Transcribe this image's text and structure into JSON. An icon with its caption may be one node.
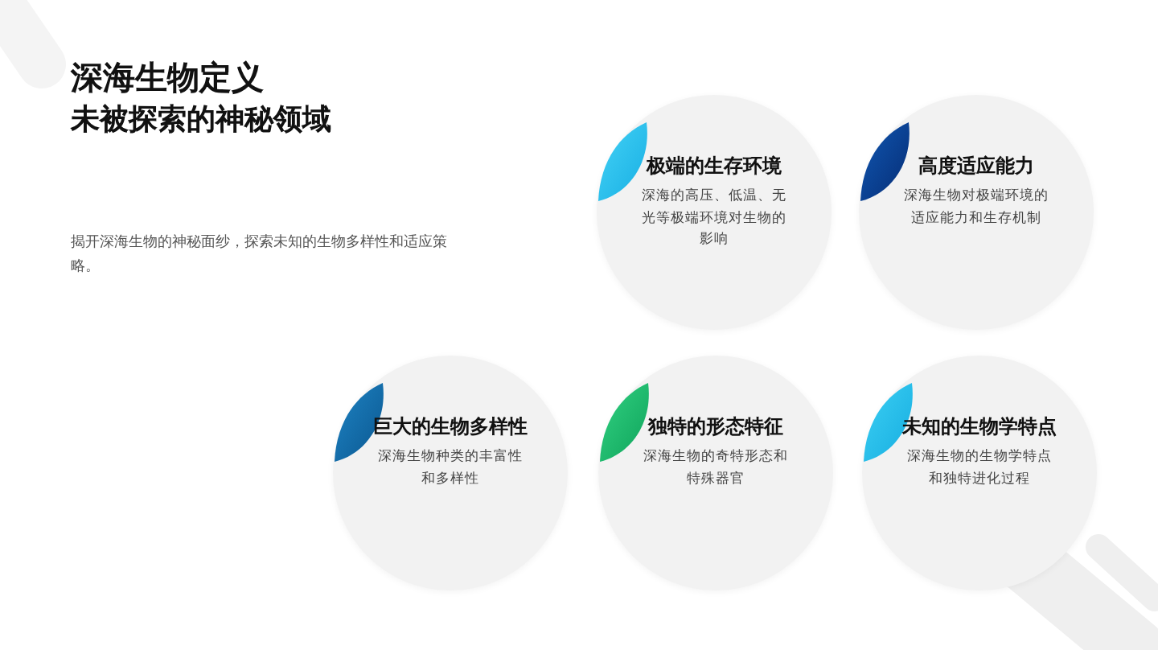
{
  "diagram": {
    "title": "深海生物定义",
    "nodes": [
      {
        "text": [
          "极端的生存环境",
          "深海的高压、低温、无光等极端环境对生物的影响"
        ]
      },
      {
        "text": [
          "高度适应能力",
          "深海生物对极端环境的适应能力和生存机制"
        ]
      },
      {
        "text": [
          "巨大的生物多样性",
          "深海生物种类的丰富性和多样性"
        ]
      },
      {
        "text": [
          "独特的形态特征",
          "深海生物的奇特形态和特殊器官"
        ]
      },
      {
        "text": [
          "未知的生物学特点",
          "深海生物的生物学特点和独特进化过程"
        ]
      }
    ],
    "labels": [
      "未被探索的神秘领域",
      "揭开深海生物的神秘面纱，探索未知的生物多样性和适应策略。"
    ]
  }
}
